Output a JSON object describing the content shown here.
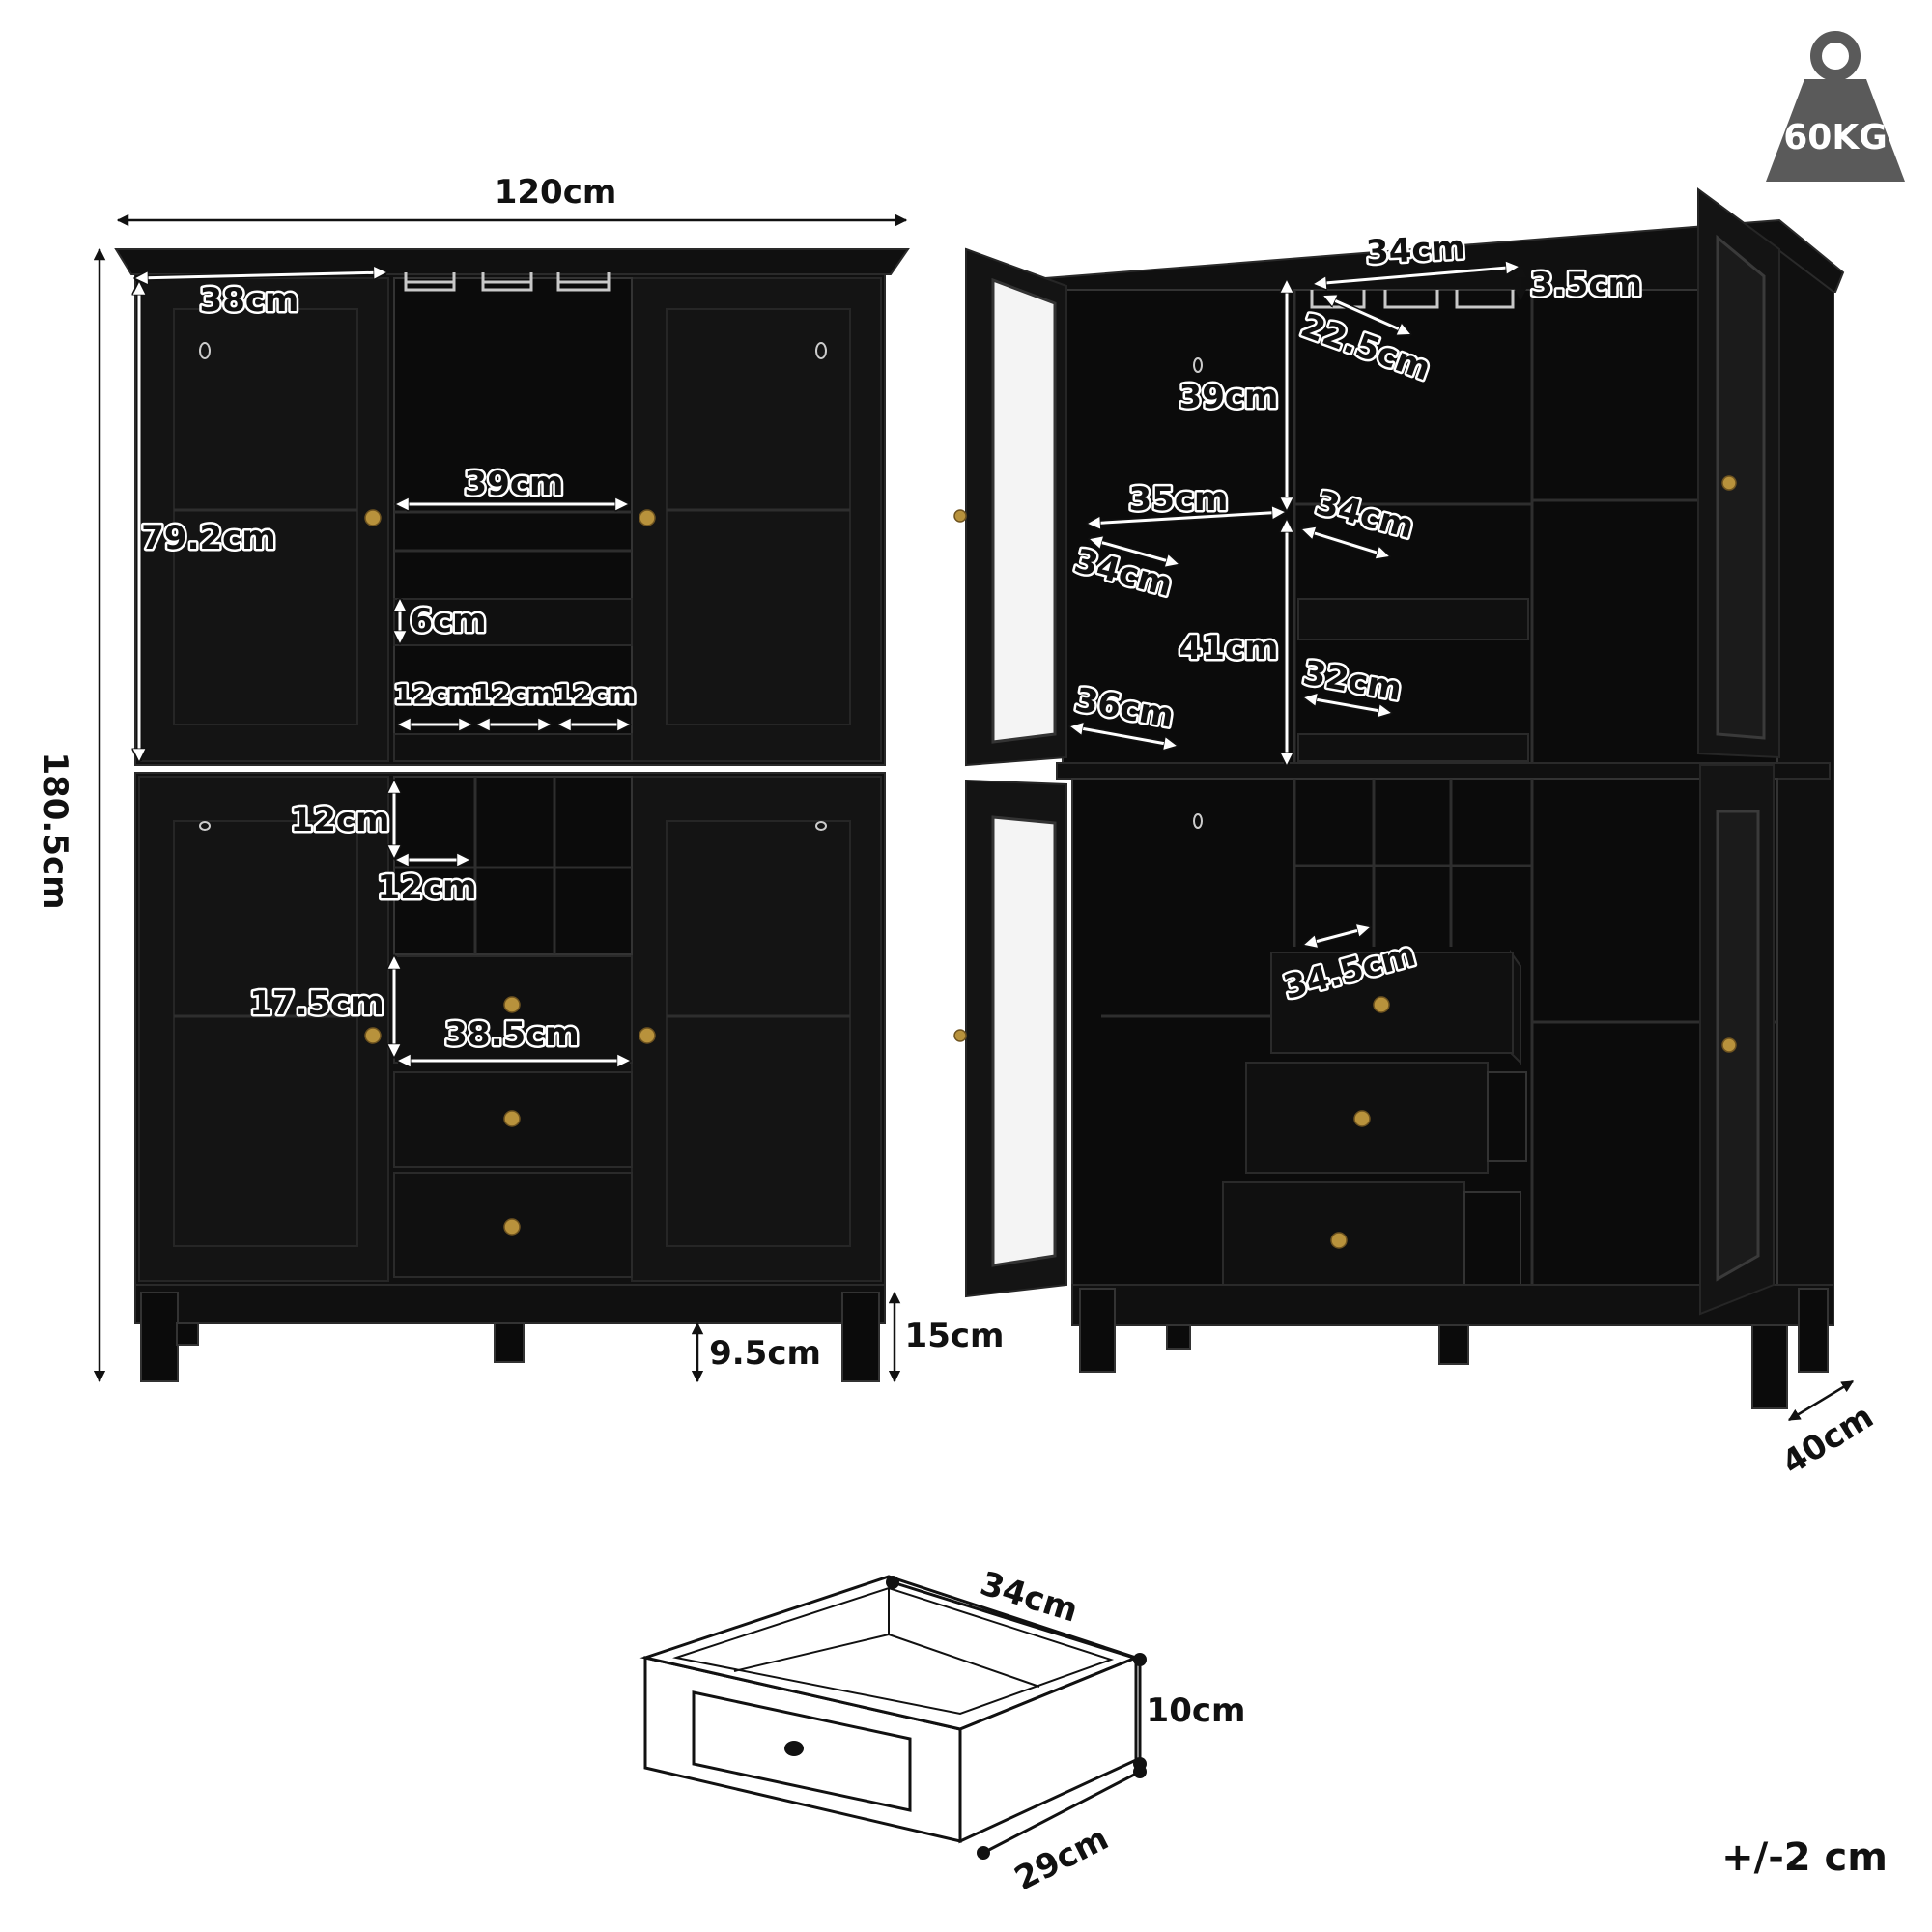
{
  "badge": {
    "weight": "60KG"
  },
  "front_view": {
    "overall_width": "120cm",
    "overall_height": "180.5cm",
    "door_width": "38cm",
    "upper_door_height": "79.2cm",
    "upper_shelf_width": "39cm",
    "tray_height": "6cm",
    "rack_slot_1": "12cm",
    "rack_slot_2": "12cm",
    "rack_slot_3": "12cm",
    "cube_height": "12cm",
    "cube_width": "12cm",
    "drawer_height": "17.5cm",
    "drawer_width": "38.5cm",
    "leg_height": "9.5cm",
    "base_height": "15cm"
  },
  "angled_view": {
    "glass_rack_width": "34cm",
    "glass_rack_height": "3.5cm",
    "glass_rack_depth": "22.5cm",
    "upper_height": "39cm",
    "upper_width": "35cm",
    "upper_depth_left": "34cm",
    "upper_depth_center": "34cm",
    "lower_height": "41cm",
    "lower_depth_center": "32cm",
    "lower_depth_left": "36cm",
    "drawer_slot_depth": "34.5cm",
    "overall_depth": "40cm"
  },
  "drawer_detail": {
    "width": "34cm",
    "height": "10cm",
    "depth": "29cm"
  },
  "tolerance": "+/-2 cm"
}
